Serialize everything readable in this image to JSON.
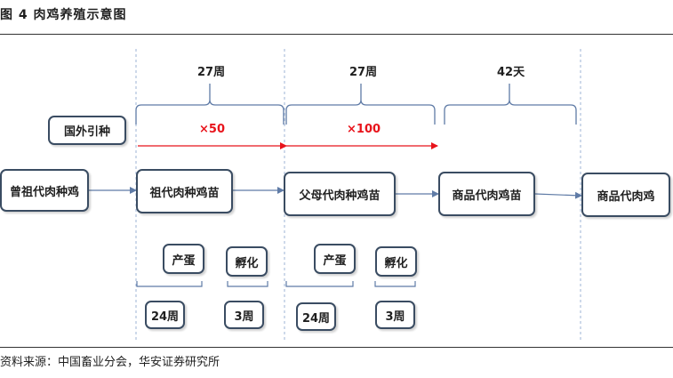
{
  "title": "图 4 肉鸡养殖示意图",
  "source": "资料来源：中国畜业分会，华安证券研究所",
  "top_labels": [
    "27周",
    "27周",
    "42天"
  ],
  "multipliers": [
    "×50",
    "×100"
  ],
  "import_label": "国外引种",
  "stages": [
    "曾祖代肉种鸡",
    "祖代肉种鸡苗",
    "父母代肉种鸡苗",
    "商品代肉鸡苗",
    "商品代肉鸡"
  ],
  "sub_steps": [
    "产蛋",
    "孵化",
    "产蛋",
    "孵化"
  ],
  "sub_durations": [
    "24周",
    "3周",
    "24周",
    "3周"
  ],
  "colors": {
    "box_border": "#3a4c62",
    "arrow": "#5f7ba6",
    "red": "#e8131b",
    "divider": "#9db3d6"
  }
}
